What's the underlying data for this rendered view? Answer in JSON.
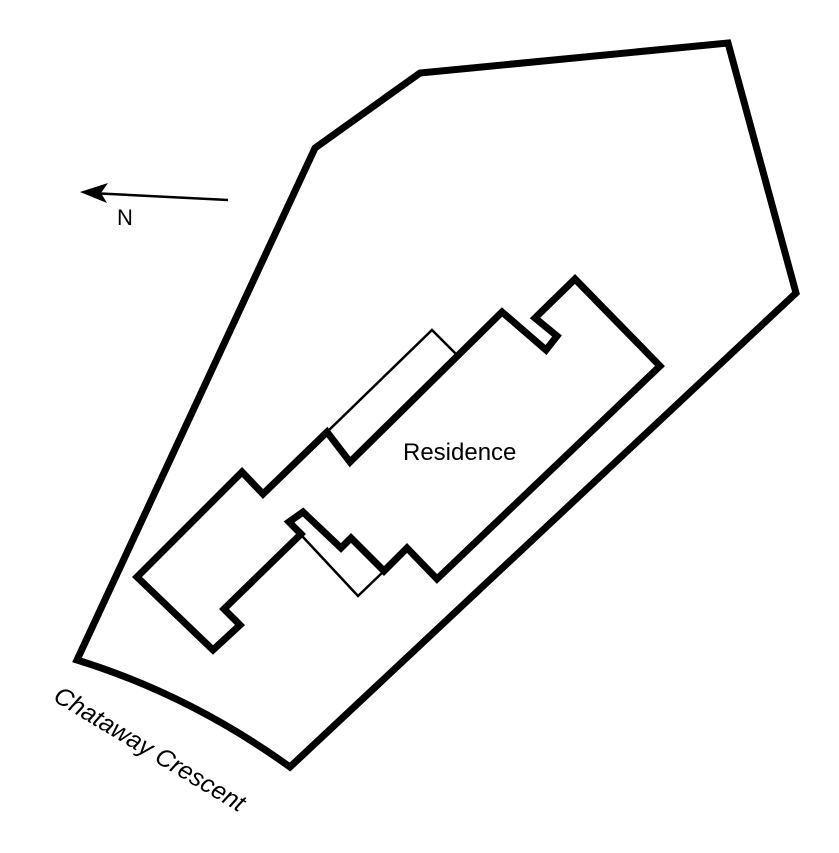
{
  "labels": {
    "north": "N",
    "building": "Residence",
    "street": "Chataway Crescent"
  },
  "colors": {
    "line": "#000000",
    "background": "#ffffff"
  }
}
